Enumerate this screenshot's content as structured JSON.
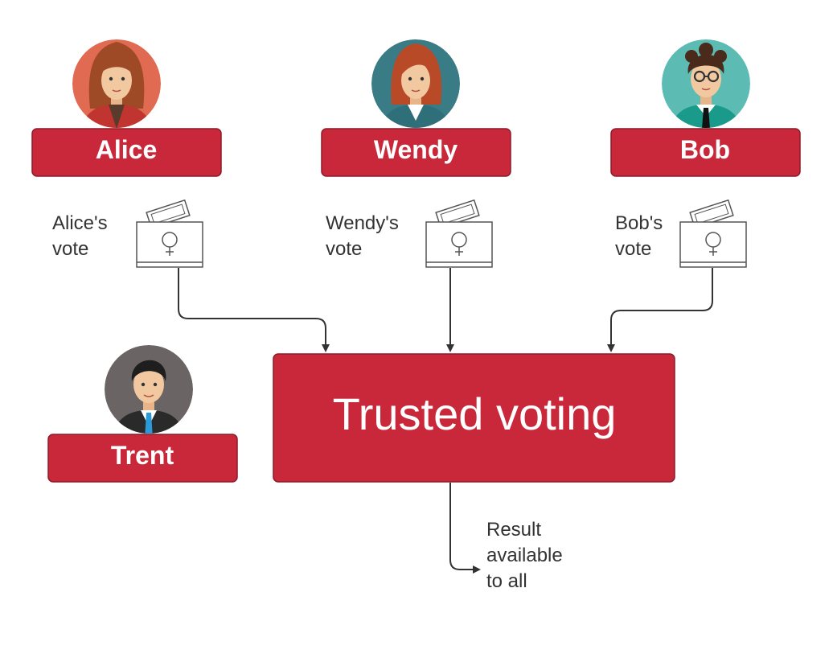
{
  "colors": {
    "box_fill": "#c8283a",
    "box_stroke": "#8e1a28",
    "arrow": "#333333",
    "ballot_stroke": "#555555",
    "alice_bg": "#e06a52",
    "wendy_bg": "#3a7c86",
    "bob_bg": "#5cbcb4",
    "trent_bg": "#6a6564"
  },
  "participants": {
    "alice": {
      "name": "Alice",
      "vote": [
        "Alice's",
        "vote"
      ]
    },
    "wendy": {
      "name": "Wendy",
      "vote": [
        "Wendy's",
        "vote"
      ]
    },
    "bob": {
      "name": "Bob",
      "vote": [
        "Bob's",
        "vote"
      ]
    },
    "trent": {
      "name": "Trent"
    }
  },
  "icons": {
    "avatars": [
      "alice-avatar-icon",
      "wendy-avatar-icon",
      "bob-avatar-icon",
      "trent-avatar-icon"
    ],
    "ballot": "ballot-box-icon"
  },
  "center": {
    "label": "Trusted voting"
  },
  "result": {
    "lines": [
      "Result",
      "available",
      "to all"
    ]
  }
}
